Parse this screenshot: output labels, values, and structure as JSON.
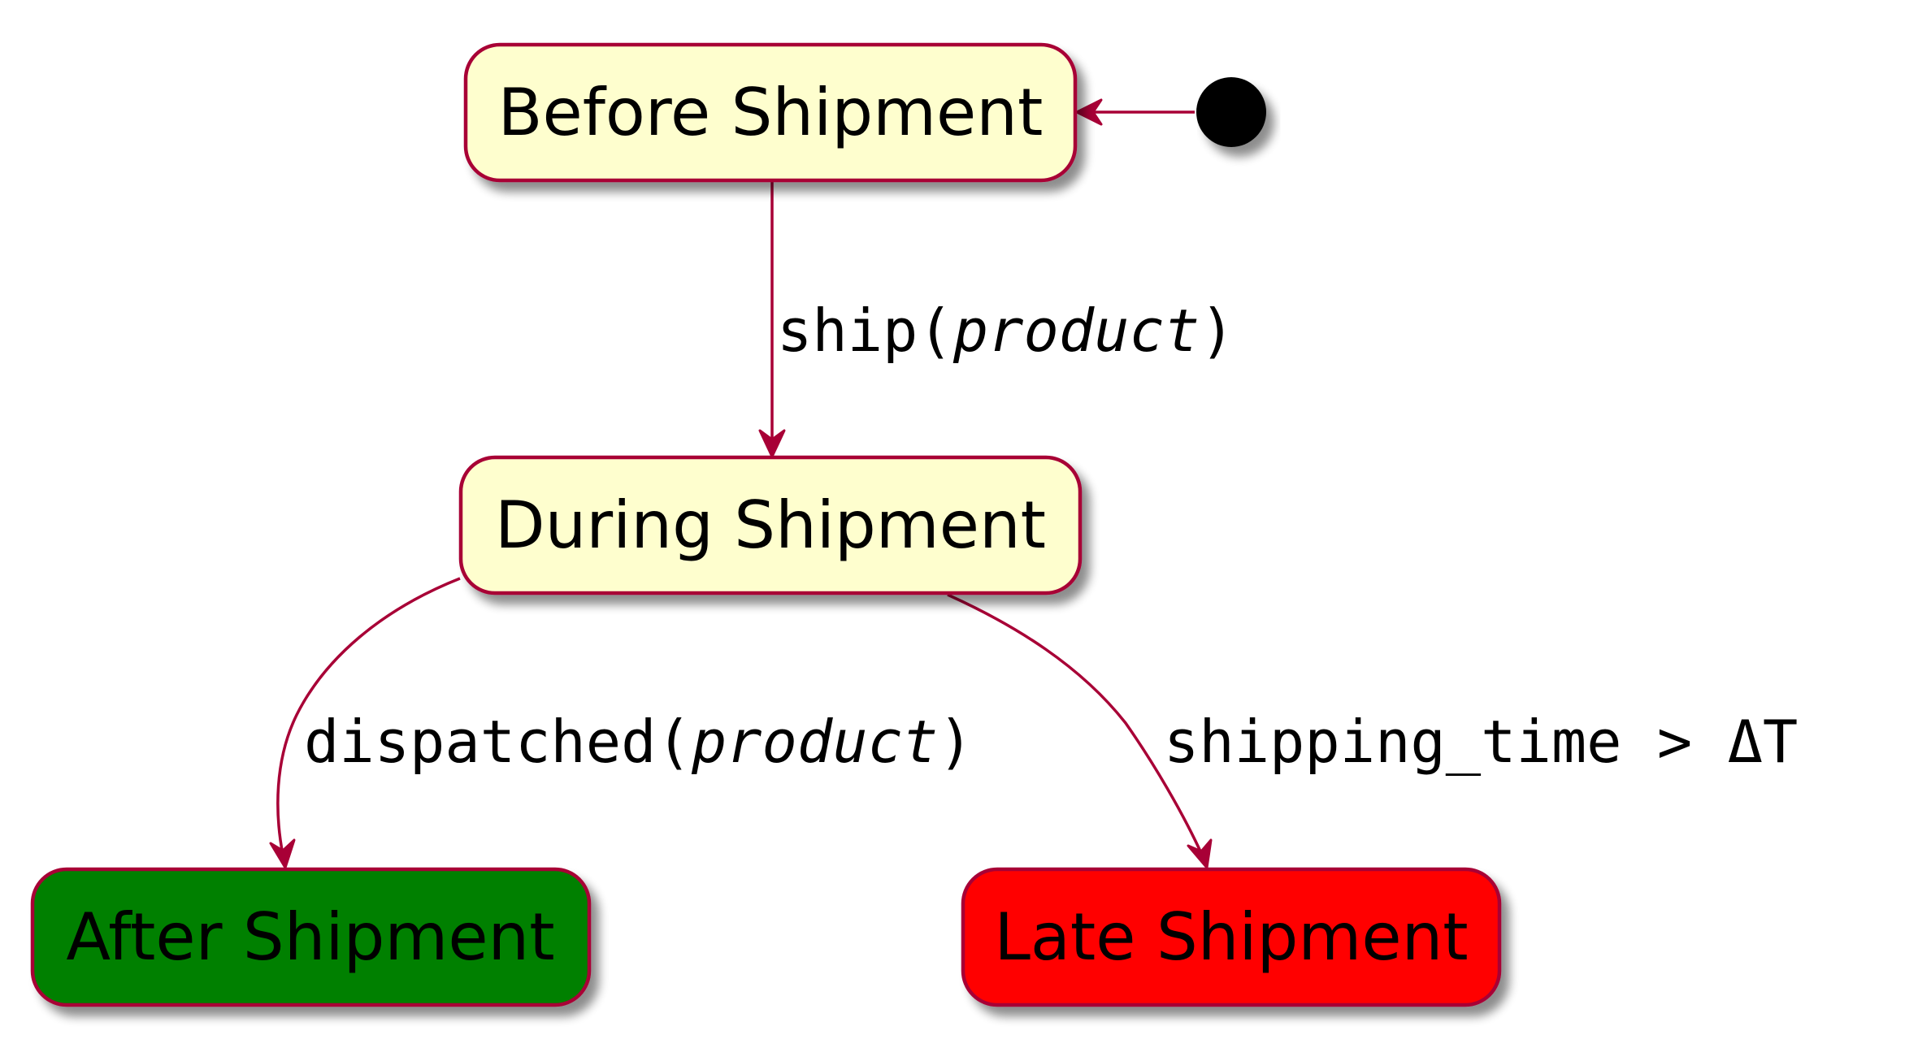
{
  "states": {
    "before": {
      "label": "Before Shipment",
      "fill": "#fefece"
    },
    "during": {
      "label": "During Shipment",
      "fill": "#fefece"
    },
    "after": {
      "label": "After Shipment",
      "fill": "#008000"
    },
    "late": {
      "label": "Late Shipment",
      "fill": "#ff0000"
    }
  },
  "initial": {
    "fill": "#000000"
  },
  "transitions": {
    "ship": {
      "name": "ship(",
      "arg": "product",
      "close": ")"
    },
    "dispatched": {
      "name": "dispatched(",
      "arg": "product",
      "close": ")"
    },
    "late": {
      "text": "shipping_time > ΔT"
    }
  },
  "colors": {
    "border": "#a80036",
    "arrow": "#a80036"
  }
}
